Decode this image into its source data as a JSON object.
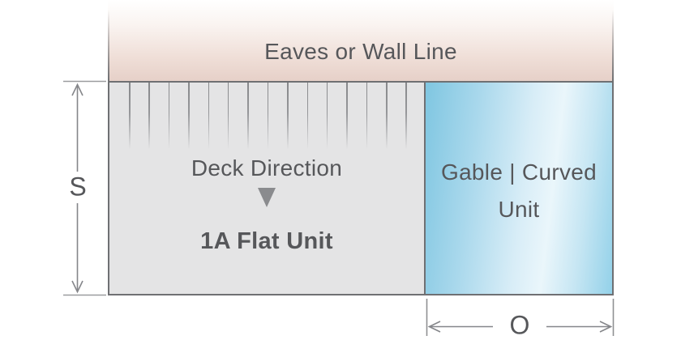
{
  "diagram": {
    "title_band": {
      "label": "Eaves or Wall Line"
    },
    "flat_unit": {
      "direction_label": "Deck Direction",
      "name": "1A Flat Unit"
    },
    "gable_unit": {
      "label_line1": "Gable | Curved",
      "label_line2": "Unit"
    },
    "dimensions": {
      "side_label": "S",
      "overhang_label": "O"
    },
    "colors": {
      "eaves_band_bottom": "#e6d0c8",
      "flat_unit_fill": "#e4e4e5",
      "gable_unit_blue": "#8ccde6",
      "outline": "#6f7073",
      "text": "#56575a",
      "dimension_line": "#85868a"
    }
  }
}
